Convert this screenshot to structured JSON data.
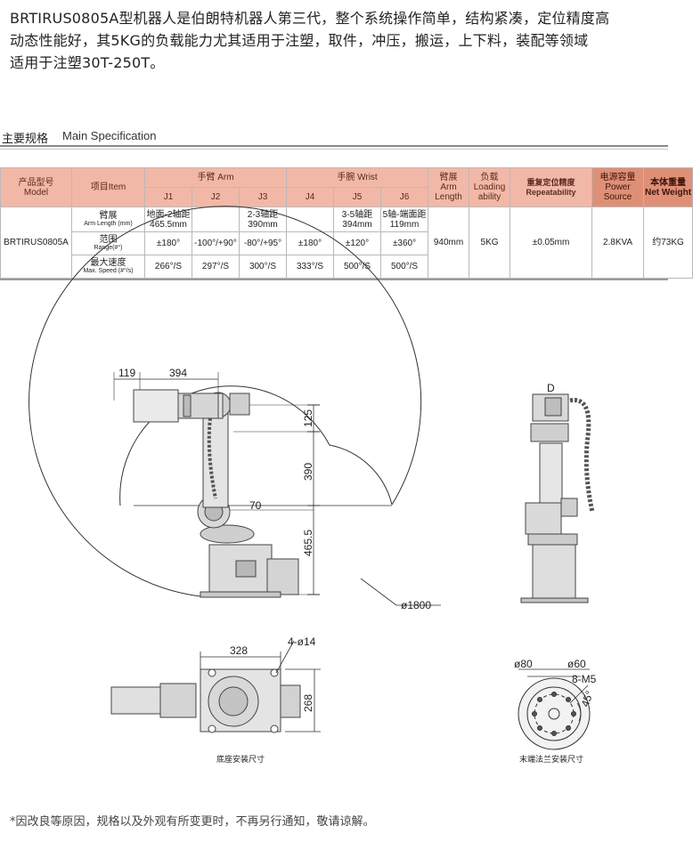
{
  "intro": {
    "line1": "BRTIRUS0805A型机器人是伯朗特机器人第三代，整个系统操作简单，结构紧凑，定位精度高",
    "line2": "动态性能好，其5KG的负载能力尤其适用于注塑，取件，冲压，搬运，上下料，装配等领域",
    "line3": "适用于注塑30T-250T。"
  },
  "spec_heading": {
    "cn": "主要规格",
    "en": "Main Specification"
  },
  "table": {
    "h_model": "产品型号\nModel",
    "h_item": "项目Item",
    "h_arm": "手臂 Arm",
    "h_wrist": "手腕 Wrist",
    "h_arm_length": "臂展\nArm\nLength",
    "h_loading": "负载\nLoading\nability",
    "h_repeat": "重复定位精度\nRepeatability",
    "h_power": "电源容量\nPower\nSource",
    "h_weight": "本体重量\nNet Weight",
    "axes": [
      "J1",
      "J2",
      "J3",
      "J4",
      "J5",
      "J6"
    ],
    "model": "BRTIRUS0805A",
    "row_arm_label": "臂展",
    "row_arm_label_en": "Arm Length (mm)",
    "row_range_label": "范围",
    "row_range_label_en": "Range(#°)",
    "row_speed_label": "最大速度",
    "row_speed_label_en": "Max. Speed (#°/s)",
    "arm_length": [
      "地面-2轴距\n465.5mm",
      "",
      "2-3轴距\n390mm",
      "",
      "3-5轴距\n394mm",
      "5轴-端面距\n119mm"
    ],
    "range": [
      "±180°",
      "-100°/+90°",
      "-80°/+95°",
      "±180°",
      "±120°",
      "±360°"
    ],
    "speed": [
      "266°/S",
      "297°/S",
      "300°/S",
      "333°/S",
      "500°/S",
      "500°/S"
    ],
    "arm_length_total": "940mm",
    "loading": "5KG",
    "repeatability": "±0.05mm",
    "power": "2.8KVA",
    "weight": "约73KG"
  },
  "drawing": {
    "dim_119": "119",
    "dim_394": "394",
    "dim_125": "125",
    "dim_390": "390",
    "dim_70": "70",
    "dim_4655": "465.5",
    "dim_1800": "ø1800",
    "label_d": "D",
    "dim_328": "328",
    "dim_4_14": "4-ø14",
    "dim_268": "268",
    "caption_base": "底座安装尺寸",
    "dim_80": "ø80",
    "dim_60": "ø60",
    "dim_8m5": "8-M5",
    "dim_45": "45°",
    "caption_flange": "末端法兰安装尺寸"
  },
  "note": "*因改良等原因，规格以及外观有所变更时，不再另行通知，敬请谅解。"
}
